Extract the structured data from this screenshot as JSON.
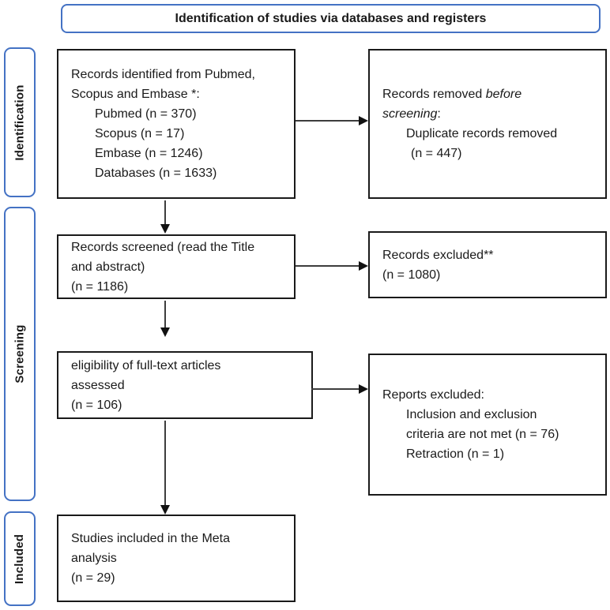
{
  "title": "Identification of studies via databases and registers",
  "stages": [
    {
      "label": "Identification"
    },
    {
      "label": "Screening"
    },
    {
      "label": "Included"
    }
  ],
  "boxes": {
    "identified": {
      "lines": [
        "Records identified from Pubmed,",
        "Scopus and Embase *:"
      ],
      "items": [
        "Pubmed (n = 370)",
        "Scopus (n = 17)",
        "Embase (n = 1246)",
        "Databases (n = 1633)"
      ]
    },
    "removed": {
      "line1_normal": "Records removed ",
      "line1_italic": "before",
      "line2_italic": "screening",
      "line2_normal": ":",
      "items": [
        "Duplicate records removed",
        "(n = 447)"
      ]
    },
    "screened": {
      "lines": [
        "Records screened (read the Title",
        "and abstract)",
        "(n = 1186)"
      ]
    },
    "excluded": {
      "lines": [
        "Records excluded**",
        "(n = 1080)"
      ]
    },
    "eligibility": {
      "lines": [
        "eligibility of full-text articles",
        "assessed",
        "(n = 106)"
      ]
    },
    "reports_excluded": {
      "heading": "Reports excluded:",
      "items": [
        "Inclusion and exclusion",
        "criteria are not met (n = 76)",
        "Retraction (n = 1)"
      ]
    },
    "included": {
      "lines": [
        "Studies included in the Meta",
        "analysis",
        "(n = 29)"
      ]
    }
  },
  "colors": {
    "accent_blue": "#4472C4",
    "box_border": "#1a1a1a",
    "arrow": "#3d3d3d"
  }
}
